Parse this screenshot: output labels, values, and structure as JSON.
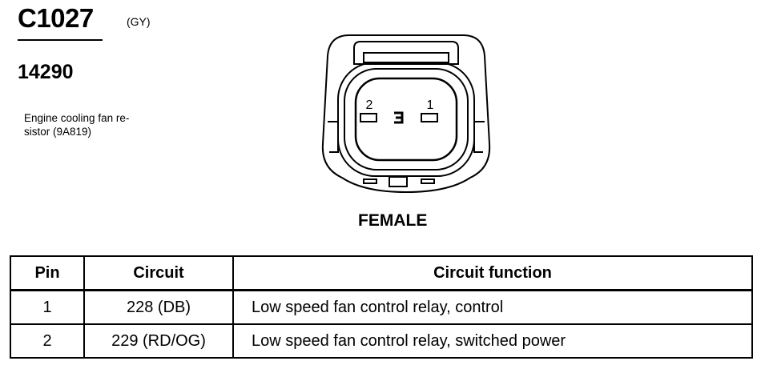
{
  "header": {
    "connector_id": "C1027",
    "color_code": "(GY)",
    "part_number": "14290",
    "description_lines": [
      "Engine cooling fan re-",
      "sistor (9A819)"
    ]
  },
  "connector": {
    "pin_labels": [
      "2",
      "1"
    ],
    "gender": "FEMALE"
  },
  "table": {
    "headers": [
      "Pin",
      "Circuit",
      "Circuit function"
    ],
    "rows": [
      [
        "1",
        "228 (DB)",
        "Low speed fan control relay, control"
      ],
      [
        "2",
        "229 (RD/OG)",
        "Low speed fan control relay, switched power"
      ]
    ]
  }
}
